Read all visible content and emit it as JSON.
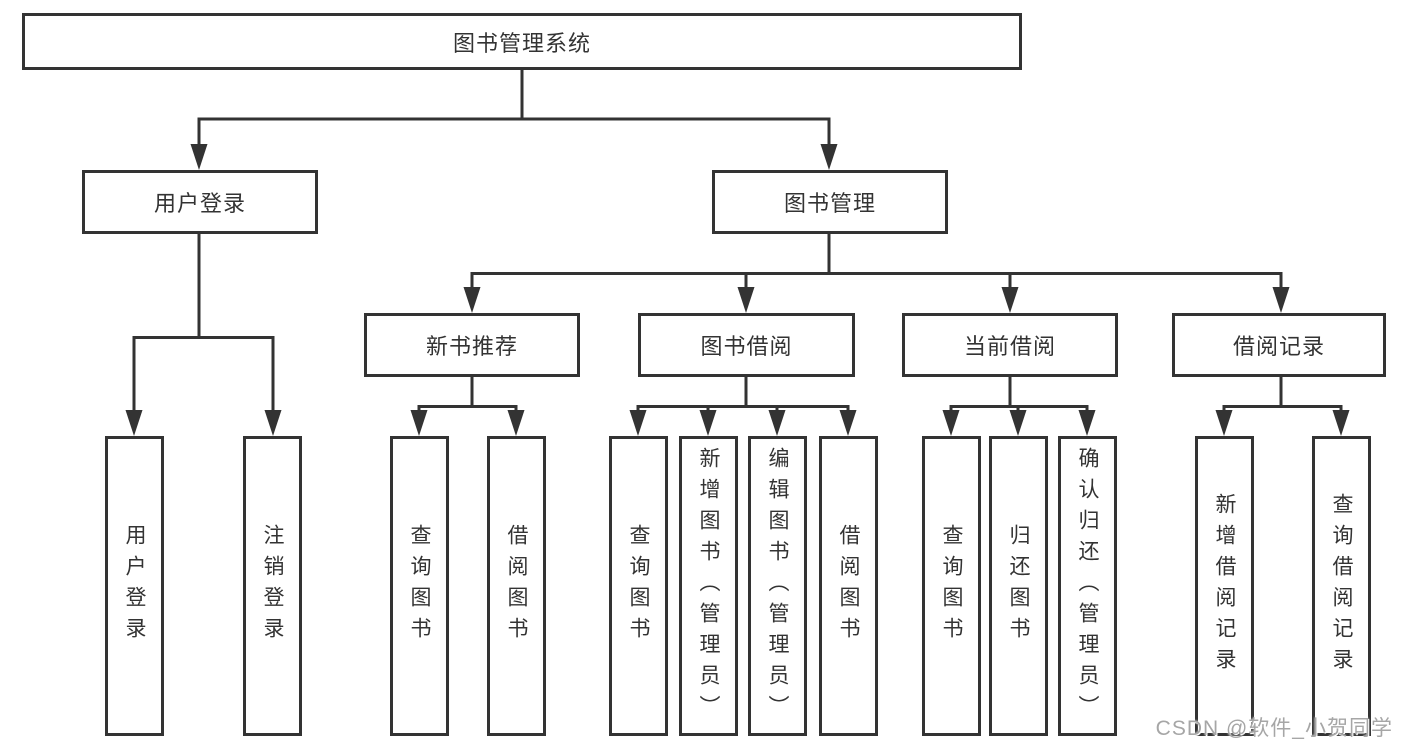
{
  "tree": {
    "root": {
      "label": "图书管理系统"
    },
    "branches": [
      {
        "label": "用户登录",
        "leaves": [
          "用户登录",
          "注销登录"
        ]
      },
      {
        "label": "图书管理",
        "children": [
          {
            "label": "新书推荐",
            "leaves": [
              "查询图书",
              "借阅图书"
            ]
          },
          {
            "label": "图书借阅",
            "leaves": [
              "查询图书",
              "新增图书（管理员）",
              "编辑图书（管理员）",
              "借阅图书"
            ]
          },
          {
            "label": "当前借阅",
            "leaves": [
              "查询图书",
              "归还图书",
              "确认归还（管理员）"
            ]
          },
          {
            "label": "借阅记录",
            "leaves": [
              "新增借阅记录",
              "查询借阅记录"
            ]
          }
        ]
      }
    ]
  },
  "watermark": {
    "text": "CSDN @软件_小贺同学"
  },
  "colors": {
    "line": "#333333",
    "text": "#333333",
    "box_background": "#ffffff",
    "page_background": "#ffffff",
    "watermark": "#a6a6a6"
  }
}
